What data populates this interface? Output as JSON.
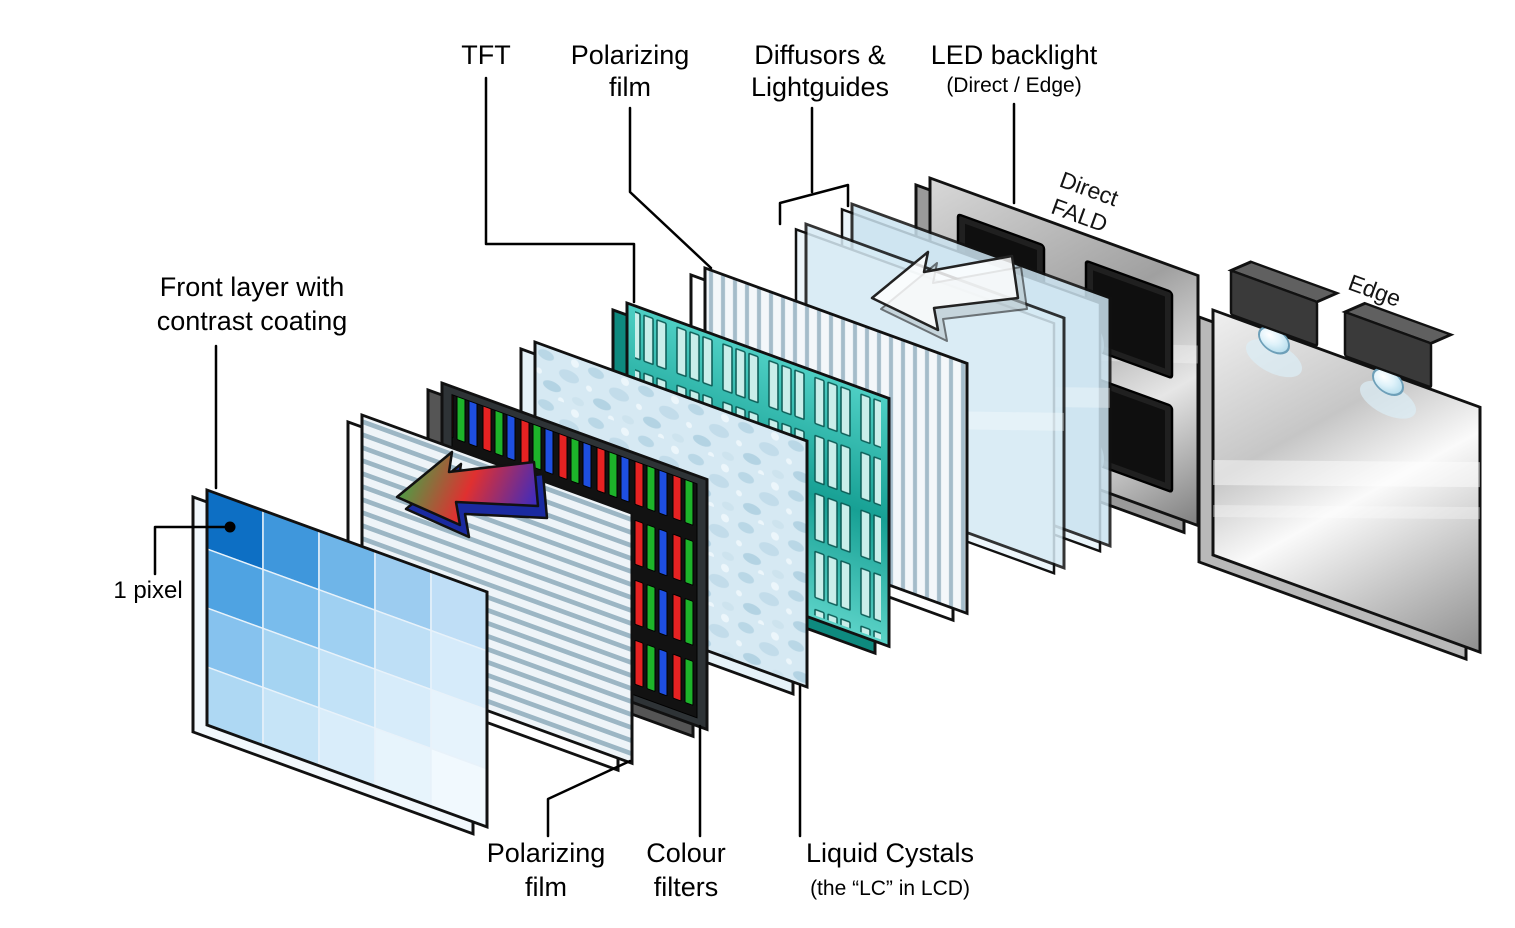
{
  "labels": {
    "tft": "TFT",
    "polarizing_film_top_line1": "Polarizing",
    "polarizing_film_top_line2": "film",
    "diffusors_line1": "Diffusors &",
    "diffusors_line2": "Lightguides",
    "led_backlight": "LED backlight",
    "led_backlight_sub": "(Direct / Edge)",
    "front_layer_line1": "Front layer with",
    "front_layer_line2": "contrast coating",
    "one_pixel": "1 pixel",
    "direct_fald_line1": "Direct",
    "direct_fald_line2": "FALD",
    "edge": "Edge",
    "polarizing_film_bottom_line1": "Polarizing",
    "polarizing_film_bottom_line2": "film",
    "colour_filters_line1": "Colour",
    "colour_filters_line2": "filters",
    "liquid_crystals": "Liquid Cystals",
    "liquid_crystals_sub": "(the “LC” in LCD)"
  },
  "colors": {
    "front_pixel_darkest": "#0d6fc4",
    "front_pixel_lightest": "#f1f9fe",
    "tft_teal": "#2fbfb4",
    "diffuser_blue": "#d7ebf5",
    "led_glow": "#bfe3f2",
    "fald_square": "#202020",
    "colour_filter_red": "#e62222",
    "colour_filter_green": "#1db32a",
    "colour_filter_blue": "#1e4fe0",
    "backlight_metal": "#c6c6c6"
  }
}
